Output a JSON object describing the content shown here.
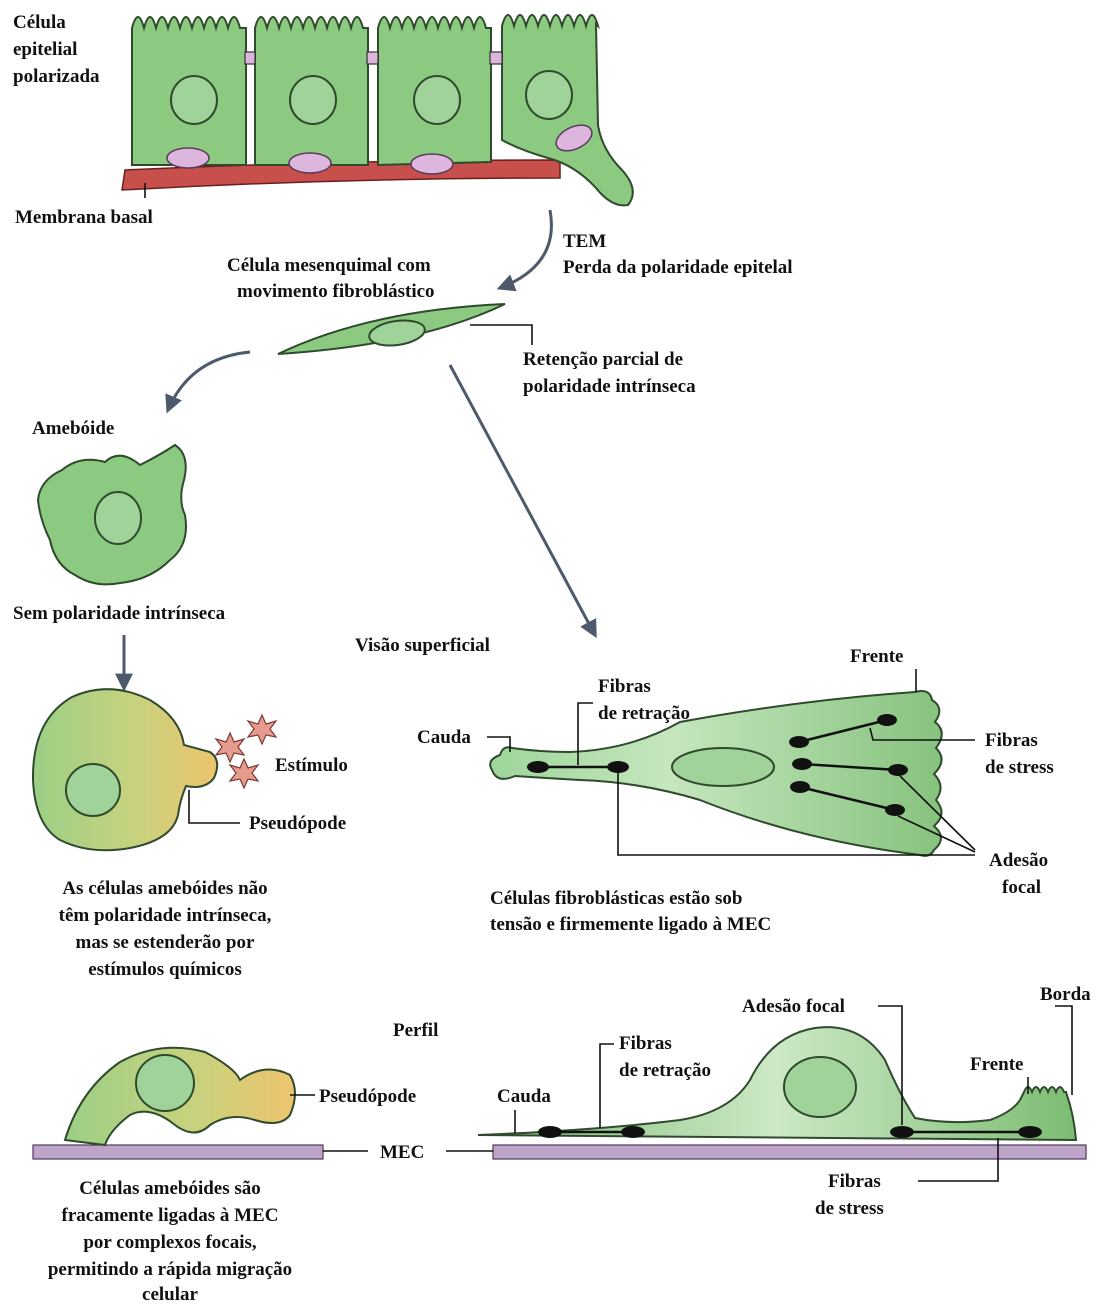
{
  "labels": {
    "polarized_1": "Célula",
    "polarized_2": "epitelial",
    "polarized_3": "polarizada",
    "basal_membrane": "Membrana basal",
    "tem": "TEM",
    "polarity_loss": "Perda da polaridade epitelal",
    "mesenchymal_1": "Célula mesenquimal com",
    "mesenchymal_2": "movimento fibroblástico",
    "retention_1": "Retenção parcial de",
    "retention_2": "polaridade intrínseca",
    "ameboid": "Amebóide",
    "no_polarity": "Sem polaridade intrínseca",
    "surface_view": "Visão superficial",
    "front_top": "Frente",
    "retraction_fibers_1": "Fibras",
    "retraction_fibers_2": "de retração",
    "tail_top": "Cauda",
    "stress_fibers_1": "Fibras",
    "stress_fibers_2": "de stress",
    "stimulus": "Estímulo",
    "pseudopod_top": "Pseudópode",
    "focal_adhesion_1": "Adesão",
    "focal_adhesion_2": "focal",
    "ameboid_caption_1": "As células amebóides não",
    "ameboid_caption_2": "têm polaridade intrínseca,",
    "ameboid_caption_3": "mas se estenderão por",
    "ameboid_caption_4": "estímulos químicos",
    "fibro_caption_1": "Células fibroblásticas estão sob",
    "fibro_caption_2": "tensão e firmemente ligado à MEC",
    "profile": "Perfil",
    "focal_adhesion_profile": "Adesão focal",
    "border": "Borda",
    "pseudopod_profile": "Pseudópode",
    "retraction_profile_1": "Fibras",
    "retraction_profile_2": "de retração",
    "front_profile": "Frente",
    "tail_profile": "Cauda",
    "mec": "MEC",
    "stress_profile_1": "Fibras",
    "stress_profile_2": "de stress",
    "bottom_caption_1": "Células amebóides são",
    "bottom_caption_2": "fracamente ligadas à MEC",
    "bottom_caption_3": "por complexos focais,",
    "bottom_caption_4": "permitindo a rápida migração",
    "bottom_caption_5": "celular"
  },
  "colors": {
    "cell_green": "#8cc981",
    "cell_light": "#c9e6c1",
    "nucleus": "#9fd39a",
    "basal_membrane": "#c8504c",
    "adhesion_pink": "#dcb6dc",
    "ecm": "#bda4c8",
    "ameboid_yellow": "#e8c068",
    "stimulus": "#e79a8e",
    "arrow": "#4d5a6b"
  }
}
